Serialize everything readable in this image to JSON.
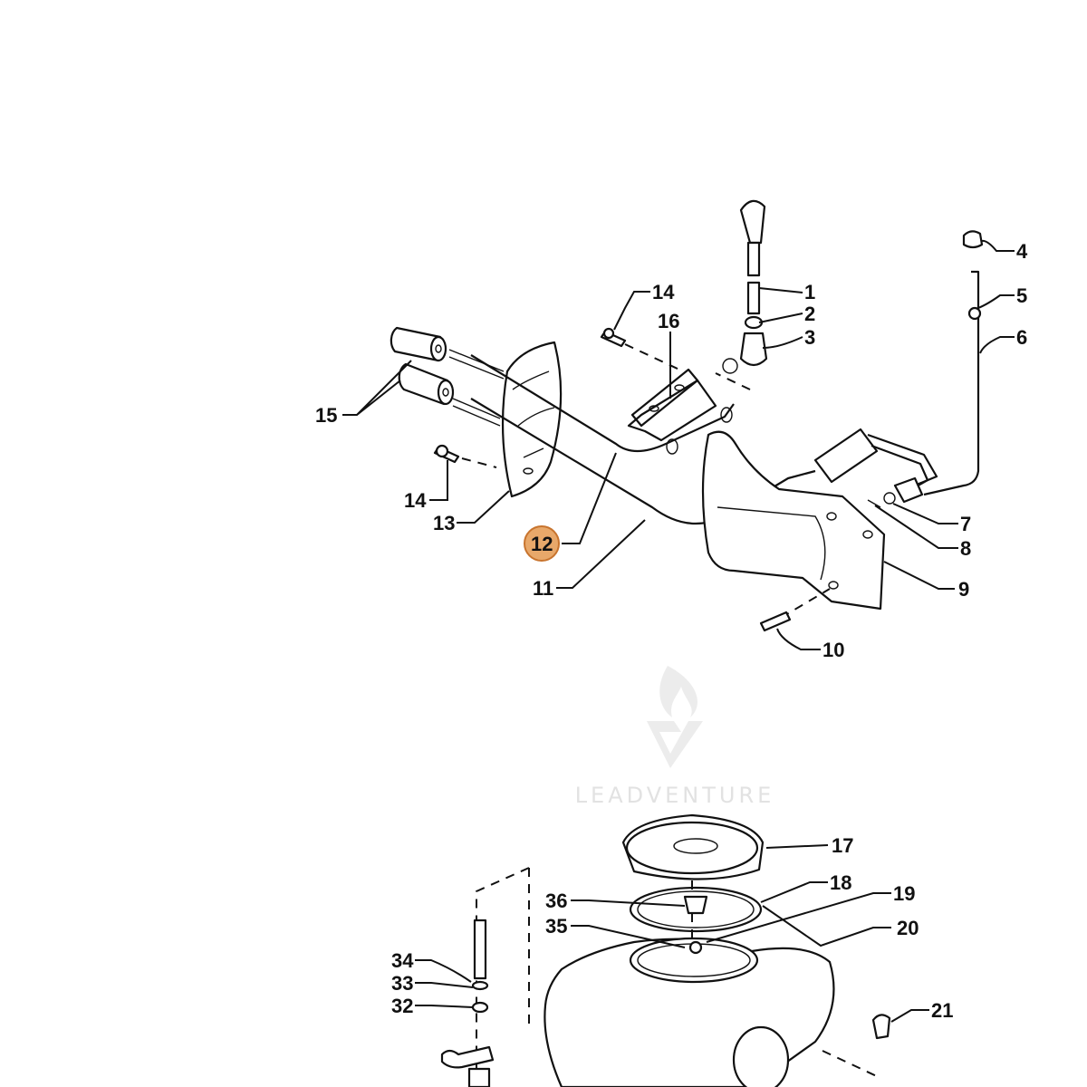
{
  "watermark": {
    "text": "LEADVENTURE"
  },
  "highlight": {
    "color": "#e8a86a",
    "part": "12"
  },
  "callouts": [
    {
      "id": "1",
      "text": "1"
    },
    {
      "id": "2",
      "text": "2"
    },
    {
      "id": "3",
      "text": "3"
    },
    {
      "id": "4",
      "text": "4"
    },
    {
      "id": "5",
      "text": "5"
    },
    {
      "id": "6",
      "text": "6"
    },
    {
      "id": "7",
      "text": "7"
    },
    {
      "id": "8",
      "text": "8"
    },
    {
      "id": "9",
      "text": "9"
    },
    {
      "id": "10",
      "text": "10"
    },
    {
      "id": "11",
      "text": "11"
    },
    {
      "id": "12",
      "text": "12"
    },
    {
      "id": "13",
      "text": "13"
    },
    {
      "id": "14a",
      "text": "14"
    },
    {
      "id": "14b",
      "text": "14"
    },
    {
      "id": "15",
      "text": "15"
    },
    {
      "id": "16",
      "text": "16"
    },
    {
      "id": "17",
      "text": "17"
    },
    {
      "id": "18",
      "text": "18"
    },
    {
      "id": "19",
      "text": "19"
    },
    {
      "id": "20",
      "text": "20"
    },
    {
      "id": "21",
      "text": "21"
    },
    {
      "id": "32",
      "text": "32"
    },
    {
      "id": "33",
      "text": "33"
    },
    {
      "id": "34",
      "text": "34"
    },
    {
      "id": "35",
      "text": "35"
    },
    {
      "id": "36",
      "text": "36"
    }
  ]
}
